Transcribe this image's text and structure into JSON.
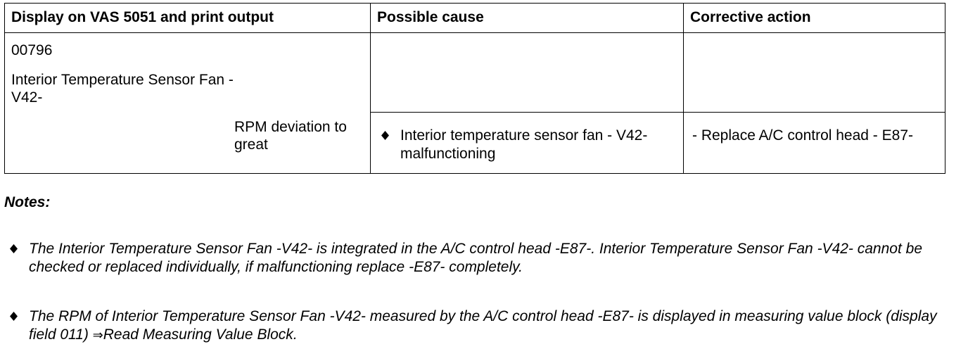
{
  "table": {
    "headers": [
      "Display on VAS 5051 and print output",
      "Possible cause",
      "Corrective action"
    ],
    "row": {
      "code": "00796",
      "component": "Interior Temperature Sensor Fan -V42-",
      "symptom": "RPM deviation to great",
      "cause": "Interior temperature sensor fan - V42- malfunctioning",
      "action": "- Replace A/C control head - E87-"
    }
  },
  "notes": {
    "heading": "Notes:",
    "items": [
      "The Interior Temperature Sensor Fan -V42- is integrated in the A/C control head -E87-. Interior Temperature Sensor Fan -V42- cannot be checked or replaced individually, if malfunctioning replace -E87- completely.",
      "The RPM of Interior Temperature Sensor Fan -V42- measured by the A/C control head -E87- is displayed in measuring value block (display field 011) "
    ],
    "link_arrow": "⇒",
    "link_text": "Read Measuring Value Block",
    "link_suffix": "."
  }
}
